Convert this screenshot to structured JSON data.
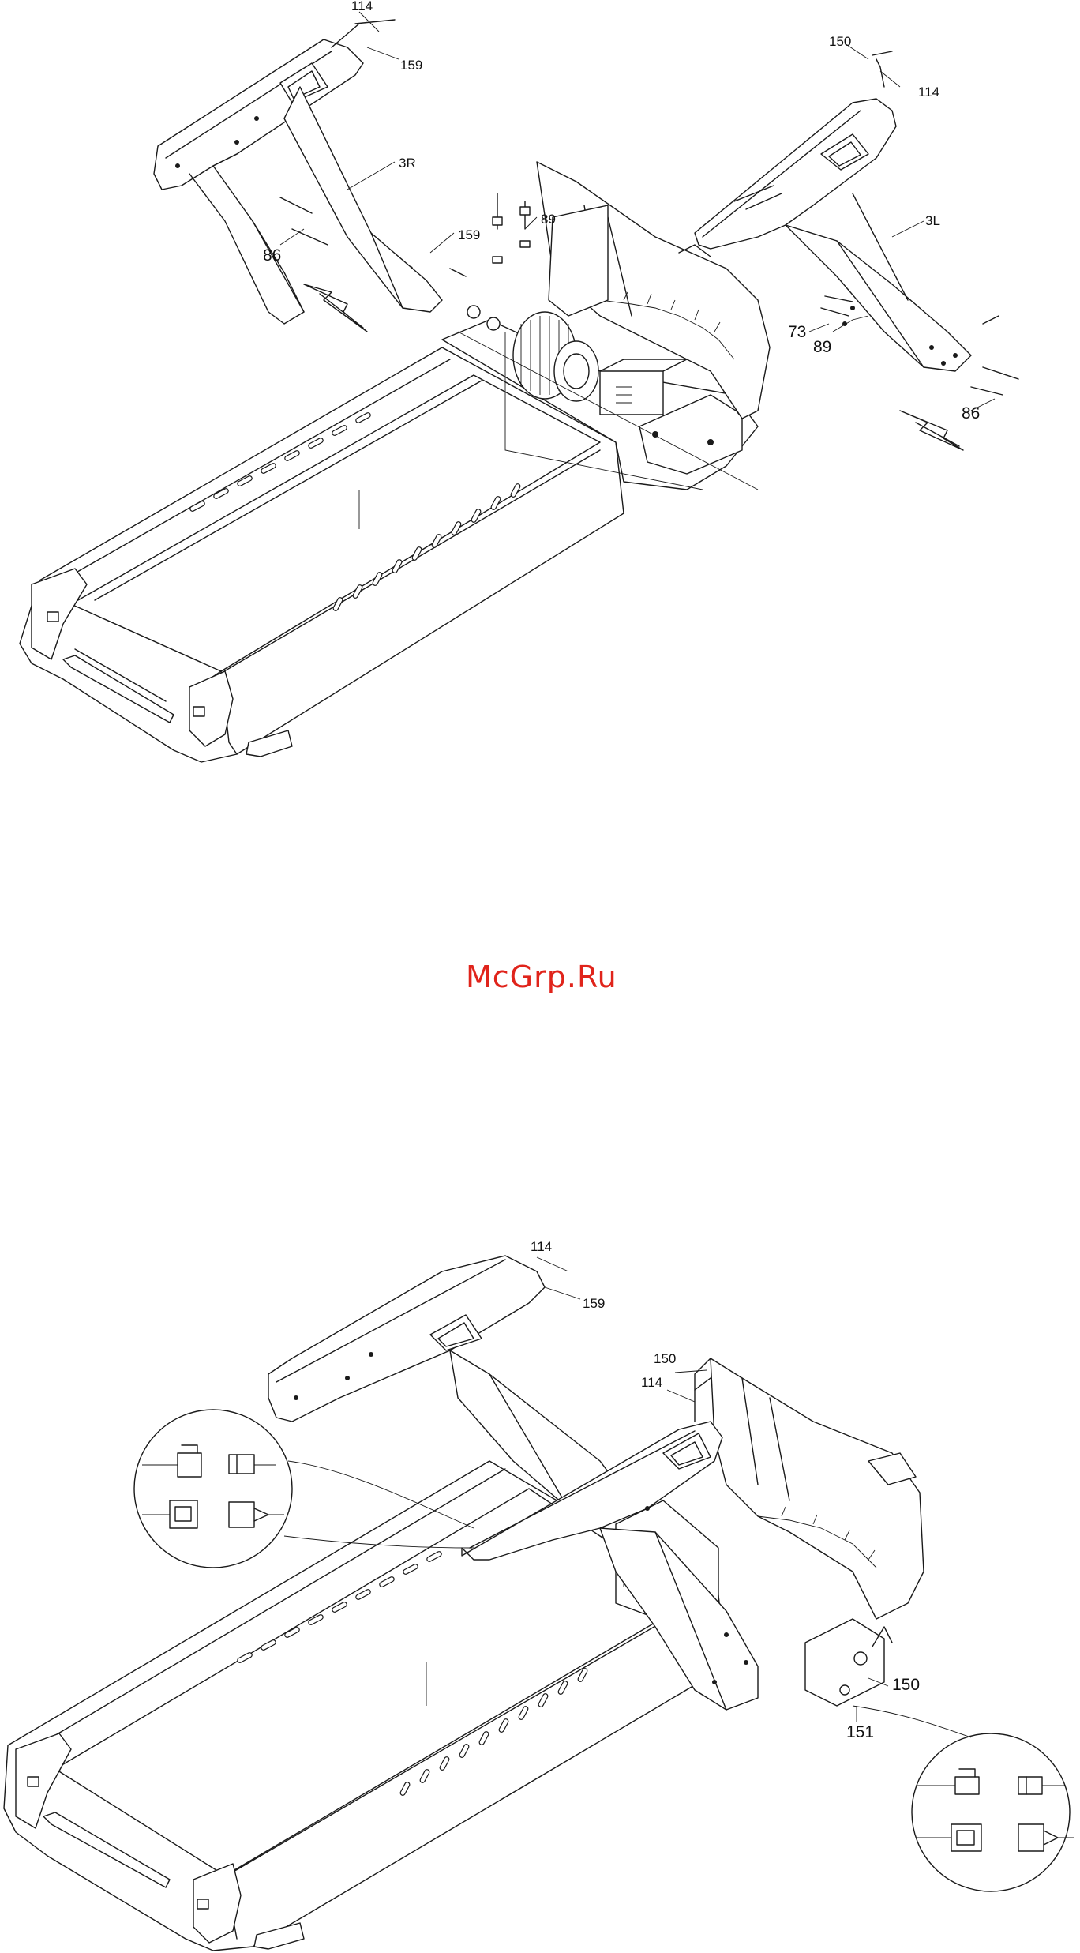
{
  "watermark": "McGrp.Ru",
  "colors": {
    "line": "#1a1a1a",
    "watermark": "#e0241b",
    "background": "#ffffff"
  },
  "top_diagram": {
    "labels": {
      "l114a": "114",
      "l159a": "159",
      "l3R": "3R",
      "l159b": "159",
      "l86a": "86",
      "l89a": "89",
      "l150": "150",
      "l114b": "114",
      "l3L": "3L",
      "l73": "73",
      "l89b": "89",
      "l86b": "86"
    }
  },
  "bottom_diagram": {
    "labels": {
      "l114a": "114",
      "l159": "159",
      "l150a": "150",
      "l114b": "114",
      "l150b": "150",
      "l151": "151"
    }
  }
}
